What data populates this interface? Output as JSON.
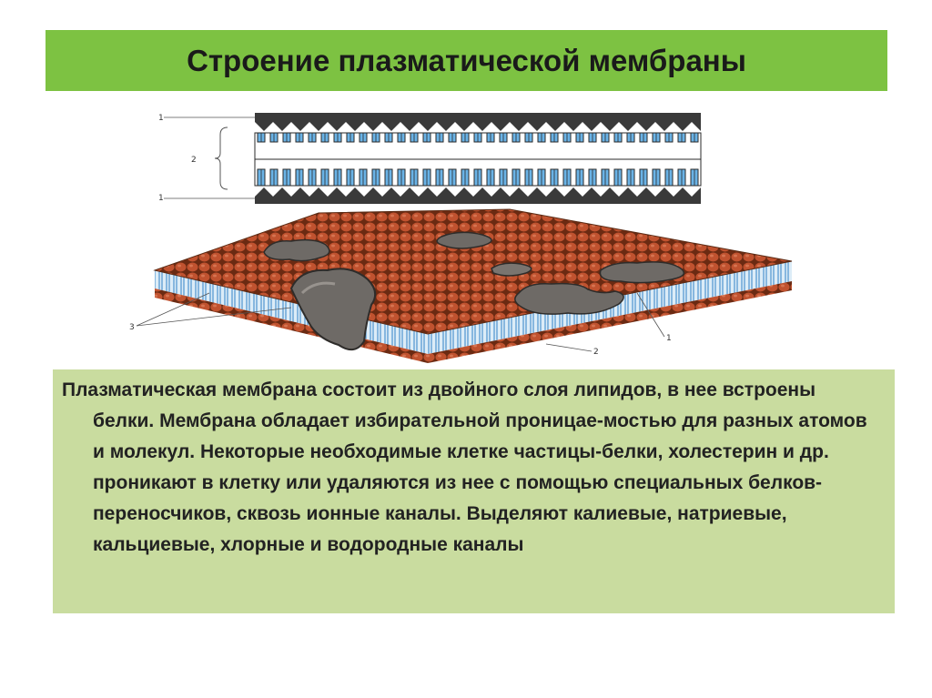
{
  "slide": {
    "title": "Строение плазматической мембраны",
    "body_text": "Плазматическая мембрана состоит из двойного слоя липидов, в нее встроены белки. Мембрана  обладает избирательной проницае-мостью для разных атомов и молекул. Некоторые необходимые клетке частицы-белки, холестерин и др. проникают в клетку или удаляются из нее с помощью специальных белков-переносчиков, сквозь ионные каналы. Выделяют калиевые, натриевые, кальциевые, хлорные и водородные каналы"
  },
  "figure": {
    "labels": {
      "top_1": "1",
      "top_2": "2",
      "top_1b": "1",
      "bottom_3": "3",
      "bottom_2": "2",
      "bottom_1": "1"
    },
    "colors": {
      "lipid_head": "#c0522f",
      "lipid_tail_blue": "#5aa9de",
      "protein": "#6e6a66",
      "title_green": "#7dc242",
      "text_bg": "#c9dc9f"
    }
  }
}
